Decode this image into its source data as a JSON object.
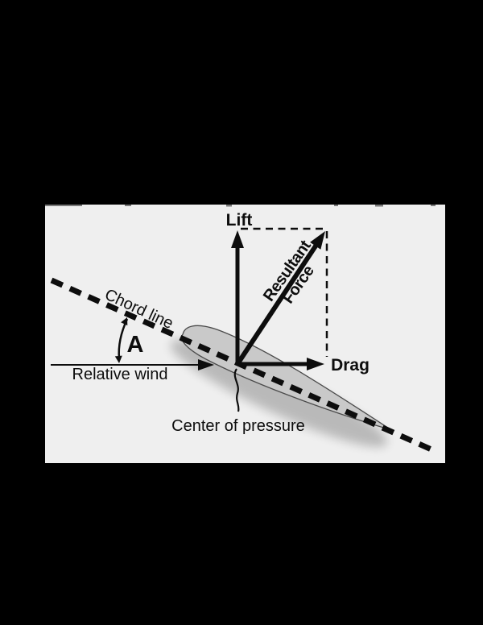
{
  "colors": {
    "background": "#000000",
    "panel_background": "#efefef",
    "ink": "#0d0d0d",
    "airfoil_fill": "#c9c9c9",
    "airfoil_outline": "#4a4a4a"
  },
  "labels": {
    "lift": "Lift",
    "resultant_force_line1": "Resultant",
    "resultant_force_line2": "Force",
    "drag": "Drag",
    "chord_line": "Chord line",
    "angle_of_attack": "A",
    "relative_wind": "Relative wind",
    "center_of_pressure": "Center of pressure"
  }
}
